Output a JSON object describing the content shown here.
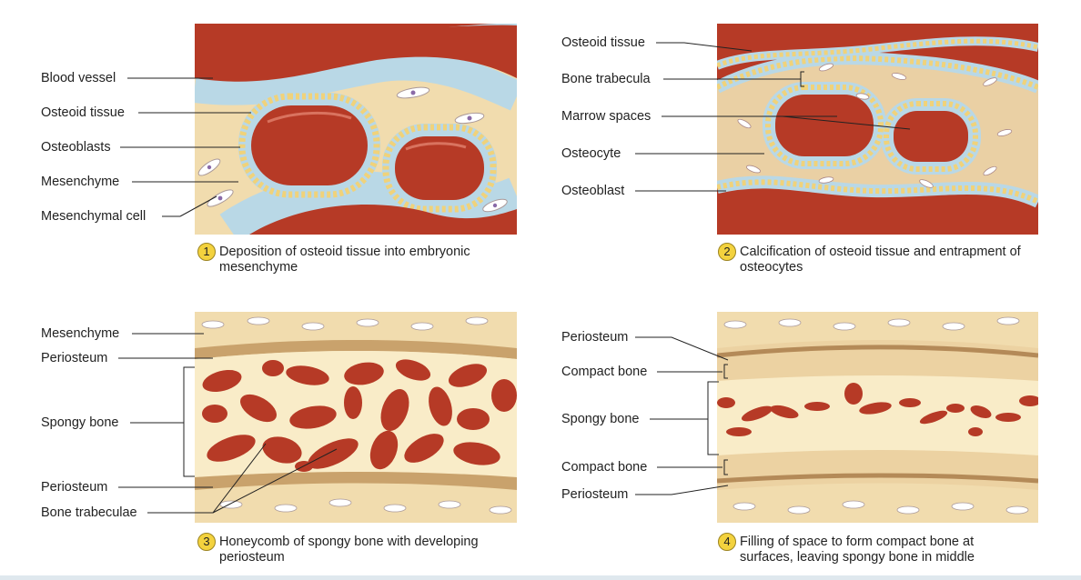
{
  "colors": {
    "blood": "#b63a26",
    "osteoid": "#b9d8e6",
    "mesenchyme": "#f1dcae",
    "osteoblast": "#f0d27a",
    "bone_light": "#f9ecc8",
    "periosteum": "#c9a26c",
    "badge": "#f3d23e"
  },
  "panel1": {
    "labels": [
      "Blood vessel",
      "Osteoid tissue",
      "Osteoblasts",
      "Mesenchyme",
      "Mesenchymal cell"
    ],
    "badge": "1",
    "caption": "Deposition of osteoid tissue into embryonic mesenchyme"
  },
  "panel2": {
    "labels": [
      "Osteoid tissue",
      "Bone trabecula",
      "Marrow spaces",
      "Osteocyte",
      "Osteoblast"
    ],
    "badge": "2",
    "caption": "Calcification of osteoid tissue and entrapment of osteocytes"
  },
  "panel3": {
    "labels": [
      "Mesenchyme",
      "Periosteum",
      "Spongy bone",
      "Periosteum",
      "Bone trabeculae"
    ],
    "badge": "3",
    "caption": "Honeycomb of spongy bone with developing periosteum"
  },
  "panel4": {
    "labels": [
      "Periosteum",
      "Compact bone",
      "Spongy bone",
      "Compact bone",
      "Periosteum"
    ],
    "badge": "4",
    "caption": "Filling of space to form compact bone at surfaces, leaving spongy bone in middle"
  }
}
